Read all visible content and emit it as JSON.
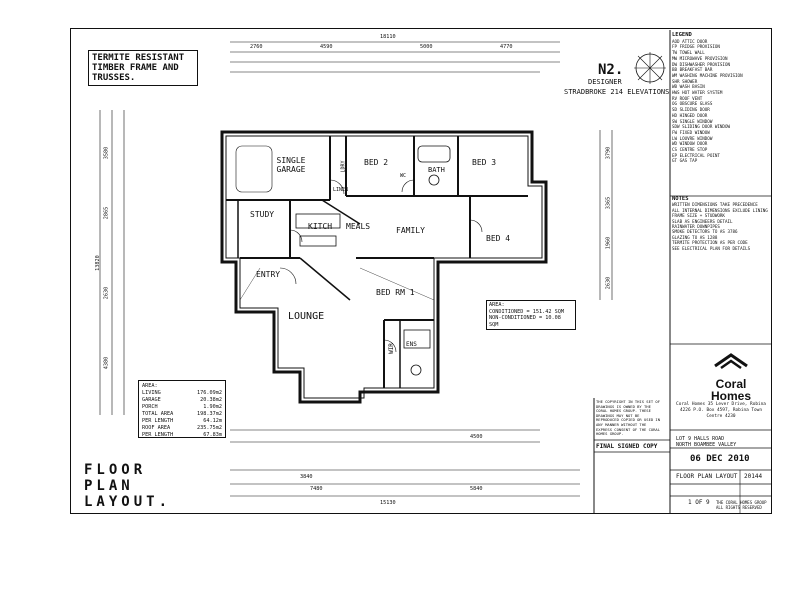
{
  "title_block": {
    "termite_note": "TERMITE RESISTANT TIMBER FRAME AND TRUSSES.",
    "drawing_title": "FLOOR PLAN LAYOUT.",
    "plan_code": "N2.",
    "designer": "DESIGNER",
    "elevation": "STRADBROKE 214 ELEVATIONS",
    "final_copy": "FINAL SIGNED COPY",
    "lot": "LOT 9 HALLS ROAD",
    "suburb": "NORTH BOAMBEE VALLEY",
    "date": "06 DEC 2010",
    "layout_label": "FLOOR PLAN LAYOUT",
    "job_number": "20144",
    "sheet": "1 OF 9",
    "corp_note": "THE CORAL HOMES GROUP ALL RIGHTS RESERVED",
    "copyright_note": "THE COPYRIGHT IN THIS SET OF DRAWINGS IS OWNED BY THE CORAL HOMES GROUP. THESE DRAWINGS MAY NOT BE REPRODUCED COPIED OR USED IN ANY MANNER WITHOUT THE EXPRESS CONSENT OF THE CORAL HOMES GROUP."
  },
  "company": {
    "name_line1": "Coral",
    "name_line2": "Homes",
    "address": "Coral Homes 35 Lever Drive, Robina 4226 P.O. Box 4597, Robina Town Centre 4230"
  },
  "legend": {
    "heading": "LEGEND",
    "items": [
      "AOD ATTIC DOOR",
      "FP FRIDGE PROVISION",
      "TW TOWEL WALL",
      "MW MICROWAVE PROVISION",
      "DW DISHWASHER PROVISION",
      "BB BREAKFAST BAR",
      "WM WASHING MACHINE PROVISION",
      "SHR SHOWER",
      "WB WASH BASIN",
      "HWS HOT WATER SYSTEM",
      "RV ROOF VENT",
      "OG OBSCURE GLASS",
      "SD SLIDING DOOR",
      "HD HINGED DOOR",
      "SW SINGLE WINDOW",
      "SDW SLIDING DOOR WINDOW",
      "FW FIXED WINDOW",
      "LW LOUVRE WINDOW",
      "WD WINDOW DOOR",
      "CS CENTRE STOP",
      "EP ELECTRICAL POINT",
      "GT GAS TAP"
    ]
  },
  "notes": {
    "heading": "NOTES",
    "items": [
      "WRITTEN DIMENSIONS TAKE PRECEDENCE",
      "ALL INTERNAL DIMENSIONS EXCLUDE LINING",
      "FRAME SIZE + STUDWORK",
      "SLAB AS ENGINEERS DETAIL",
      "RAINWATER DOWNPIPES",
      "SMOKE DETECTORS TO AS 3786",
      "GLAZING TO AS 1288",
      "TERMITE PROTECTION AS PER CODE",
      "SEE ELECTRICAL PLAN FOR DETAILS"
    ]
  },
  "rooms": {
    "garage": "SINGLE GARAGE",
    "bed2": "BED 2",
    "bath": "BATH",
    "bed3": "BED 3",
    "study": "STUDY",
    "kitchen": "KITCH",
    "meals": "MEALS",
    "family": "FAMILY",
    "bed4": "BED 4",
    "entry": "ENTRY",
    "lounge": "LOUNGE",
    "bed1": "BED RM 1",
    "wir": "WIR",
    "ens": "ENS",
    "ldry": "LDRY",
    "wc": "WC",
    "linen": "LINEN"
  },
  "area_table": {
    "heading": "AREA:",
    "rows": [
      {
        "label": "LIVING",
        "value": "176.09m2"
      },
      {
        "label": "GARAGE",
        "value": "20.38m2"
      },
      {
        "label": "PORCH",
        "value": "1.90m2"
      },
      {
        "label": "TOTAL AREA",
        "value": "198.37m2"
      },
      {
        "label": "PER LENGTH",
        "value": "64.12m"
      },
      {
        "label": "ROOF AREA",
        "value": "235.75m2"
      },
      {
        "label": "PER LENGTH",
        "value": "67.83m"
      }
    ]
  },
  "conditioned": {
    "heading": "AREA:",
    "line1": "CONDITIONED = 151.42 SQM",
    "line2": "NON-CONDITIONED = 10.08 SQM"
  },
  "dimensions": {
    "top_overall": "18110",
    "top_row": [
      "2760",
      "4590",
      "5000",
      "4770"
    ],
    "left_overall": "13820",
    "left_row": [
      "3580",
      "2865",
      "2630",
      "4380"
    ],
    "bottom_overall": "15130",
    "bottom_row": [
      "4500",
      "3840",
      "5840",
      "7480"
    ],
    "right_row": [
      "3790",
      "3365",
      "1960",
      "2630"
    ]
  }
}
